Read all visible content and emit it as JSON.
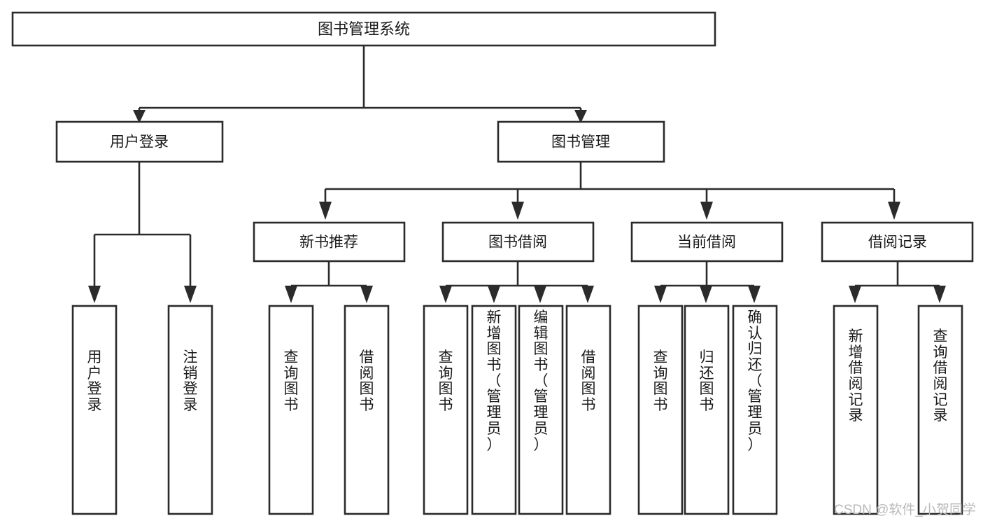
{
  "diagram": {
    "type": "tree-hierarchy",
    "title": "图书管理系统",
    "watermark": "CSDN @软件_小贺同学",
    "colors": {
      "background": "#ffffff",
      "box_fill": "#ffffff",
      "box_stroke": "#2b2b2b",
      "text": "#1a1a1a",
      "watermark": "#b9b9b9"
    },
    "root": {
      "label": "图书管理系统"
    },
    "level2": [
      {
        "label": "用户登录"
      },
      {
        "label": "图书管理"
      }
    ],
    "level3": [
      {
        "label": "新书推荐"
      },
      {
        "label": "图书借阅"
      },
      {
        "label": "当前借阅"
      },
      {
        "label": "借阅记录"
      }
    ],
    "leaves": {
      "user_login": [
        {
          "label": "用户登录"
        },
        {
          "label": "注销登录"
        }
      ],
      "new_book_recommend": [
        {
          "label": "查询图书"
        },
        {
          "label": "借阅图书"
        }
      ],
      "book_borrow": [
        {
          "label": "查询图书"
        },
        {
          "label": "新增图书（管理员）"
        },
        {
          "label": "编辑图书（管理员）"
        },
        {
          "label": "借阅图书"
        }
      ],
      "current_borrow": [
        {
          "label": "查询图书"
        },
        {
          "label": "归还图书"
        },
        {
          "label": "确认归还（管理员）"
        }
      ],
      "borrow_record": [
        {
          "label": "新增借阅记录"
        },
        {
          "label": "查询借阅记录"
        }
      ]
    }
  }
}
